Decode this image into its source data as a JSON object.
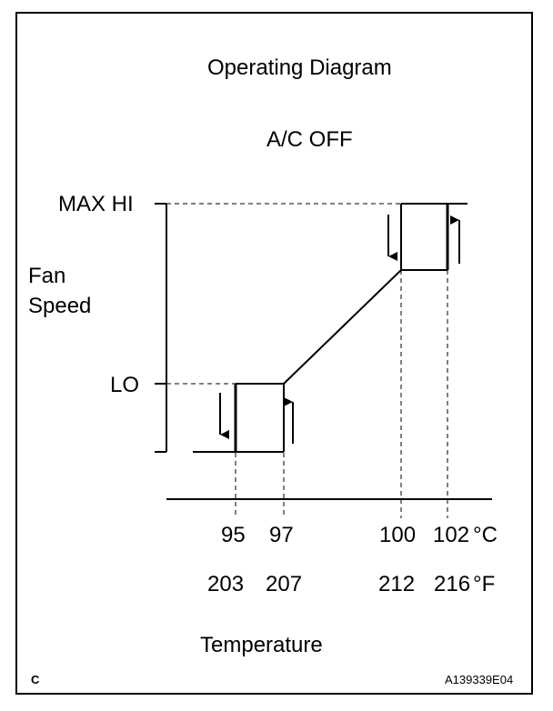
{
  "title": "Operating Diagram",
  "subtitle": "A/C OFF",
  "y_axis": {
    "label_line1": "Fan",
    "label_line2": "Speed",
    "levels": [
      "MAX HI",
      "LO"
    ]
  },
  "x_axis": {
    "label": "Temperature",
    "celsius_ticks": [
      "95",
      "97",
      "100",
      "102"
    ],
    "celsius_unit": "°C",
    "fahrenheit_ticks": [
      "203",
      "207",
      "212",
      "216"
    ],
    "fahrenheit_unit": "°F"
  },
  "corner_letter": "C",
  "figure_id": "A139339E04",
  "colors": {
    "line": "#000000",
    "background": "#ffffff"
  }
}
